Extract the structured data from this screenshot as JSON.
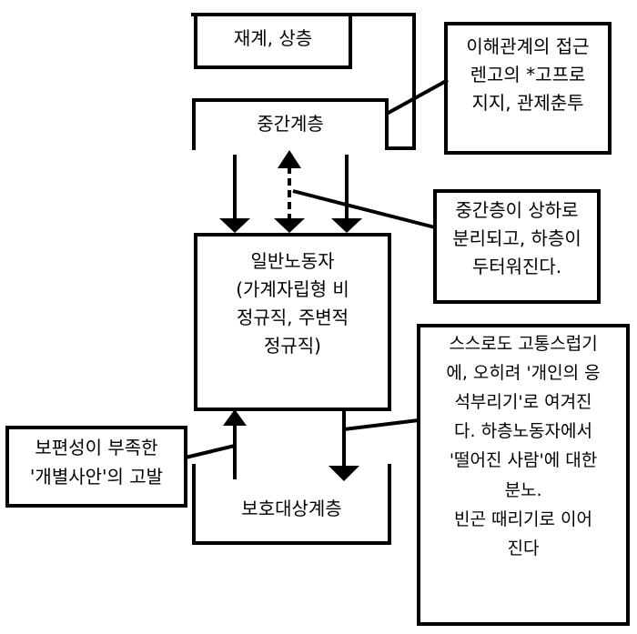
{
  "top_box": "재계, 상층",
  "middle_box": "중간계층",
  "note_top": "이해관계의 접근\n렌고의 *고프로\n지지, 관제춘투",
  "note_middle": "중간층이 상하로\n분리되고, 하층이\n두터워진다.",
  "worker_box": "일반노동자\n(가계자립형 비\n정규직, 주변적\n정규직)",
  "note_right": "스스로도 고통스럽기\n에, 오히려 '개인의 응\n석부리기'로 여겨진\n다. 하층노동자에서\n'떨어진 사람'에 대한\n분노.\n빈곤 때리기로 이어\n진다",
  "note_left": "보편성이 부족한\n'개별사안'의 고발",
  "protected_box": "보호대상계층"
}
